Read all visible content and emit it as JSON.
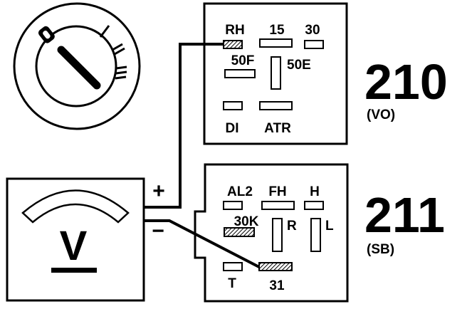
{
  "connectors": {
    "top": {
      "number": "210",
      "code": "(VO)",
      "pins": {
        "rh": "RH",
        "p15": "15",
        "p30": "30",
        "p50f": "50F",
        "p50e": "50E",
        "di": "DI",
        "atr": "ATR"
      }
    },
    "bottom": {
      "number": "211",
      "code": "(SB)",
      "pins": {
        "al2": "AL2",
        "fh": "FH",
        "h": "H",
        "k30": "30K",
        "r": "R",
        "l": "L",
        "t": "T",
        "p31": "31"
      }
    }
  },
  "voltmeter": {
    "symbol": "V",
    "positive": "+",
    "negative": "−"
  },
  "ignition_switch": {
    "position_marks": [
      "0",
      "I",
      "II",
      "III"
    ]
  },
  "colors": {
    "ink": "#000000",
    "paper": "#ffffff"
  }
}
